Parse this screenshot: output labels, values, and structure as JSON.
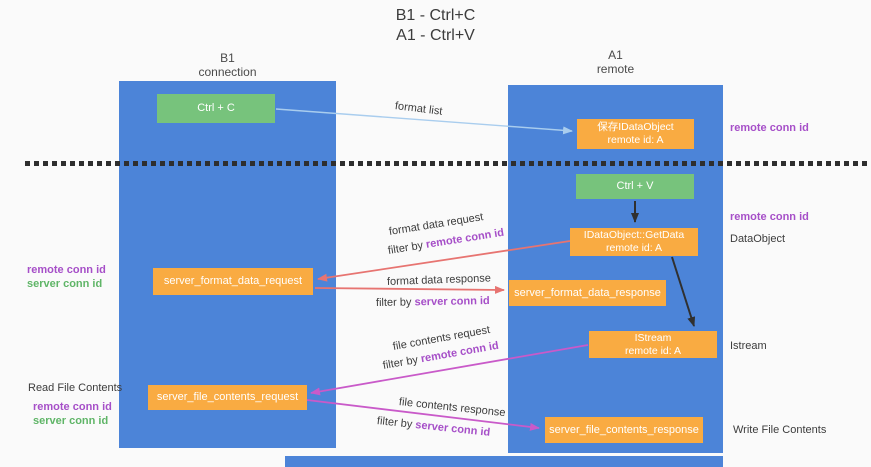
{
  "title": {
    "line1": "B1 - Ctrl+C",
    "line2": "A1 - Ctrl+V"
  },
  "lanes": {
    "left": {
      "name": "B1",
      "role": "connection"
    },
    "right": {
      "name": "A1",
      "role": "remote"
    }
  },
  "nodes": {
    "ctrl_c": {
      "label": "Ctrl + C"
    },
    "ctrl_v": {
      "label": "Ctrl + V"
    },
    "save_idataobject": {
      "line1": "保存IDataObject",
      "line2": "remote id: A"
    },
    "getdata": {
      "line1": "IDataObject::GetData",
      "line2": "remote id: A"
    },
    "istream": {
      "line1": "IStream",
      "line2": "remote id: A"
    },
    "server_format_data_request": {
      "label": "server_format_data_request"
    },
    "server_format_data_response": {
      "label": "server_format_data_response"
    },
    "server_file_contents_request": {
      "label": "server_file_contents_request"
    },
    "server_file_contents_response": {
      "label": "server_file_contents_response"
    }
  },
  "arrow_labels": {
    "format_list": "format list",
    "format_data_request": "format data request",
    "format_data_response": "format data response",
    "file_contents_request": "file contents request",
    "file_contents_response": "file contents response",
    "filter_by": "filter by",
    "remote_conn_id": "remote conn id",
    "server_conn_id": "server conn id"
  },
  "side_labels": {
    "remote_conn_id": "remote conn id",
    "server_conn_id": "server conn id",
    "dataobject": "DataObject",
    "istream": "Istream",
    "read_file_contents": "Read File Contents",
    "write_file_contents": "Write File Contents"
  },
  "colors": {
    "background": "#fafafa",
    "lane_blue": "#4c84d8",
    "box_orange": "#f9ab42",
    "box_green": "#77c37c",
    "arrow_blue": "#a9cdee",
    "arrow_red": "#e77471",
    "arrow_magenta": "#c95ac9",
    "arrow_black": "#303030",
    "text_dark": "#3c3c3c",
    "label_purple": "#a64fc8",
    "label_green": "#5fb567",
    "dash": "#2e2e2e"
  }
}
